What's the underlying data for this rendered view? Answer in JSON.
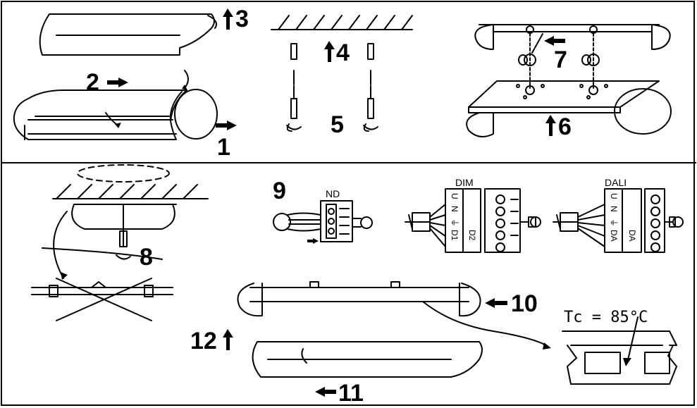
{
  "steps": {
    "s1": "1",
    "s2": "2",
    "s3": "3",
    "s4": "4",
    "s5": "5",
    "s6": "6",
    "s7": "7",
    "s8": "8",
    "s9": "9",
    "s10": "10",
    "s11": "11",
    "s12": "12"
  },
  "wiring": {
    "nd": "ND",
    "dim": "DIM",
    "dali": "DALI",
    "dim_terminals": [
      "U",
      "N",
      "⏚",
      "D1",
      "D2"
    ],
    "dali_terminals": [
      "U",
      "N",
      "⏚",
      "DA",
      "DA"
    ]
  },
  "temperature_label": "Tc = 85°C"
}
